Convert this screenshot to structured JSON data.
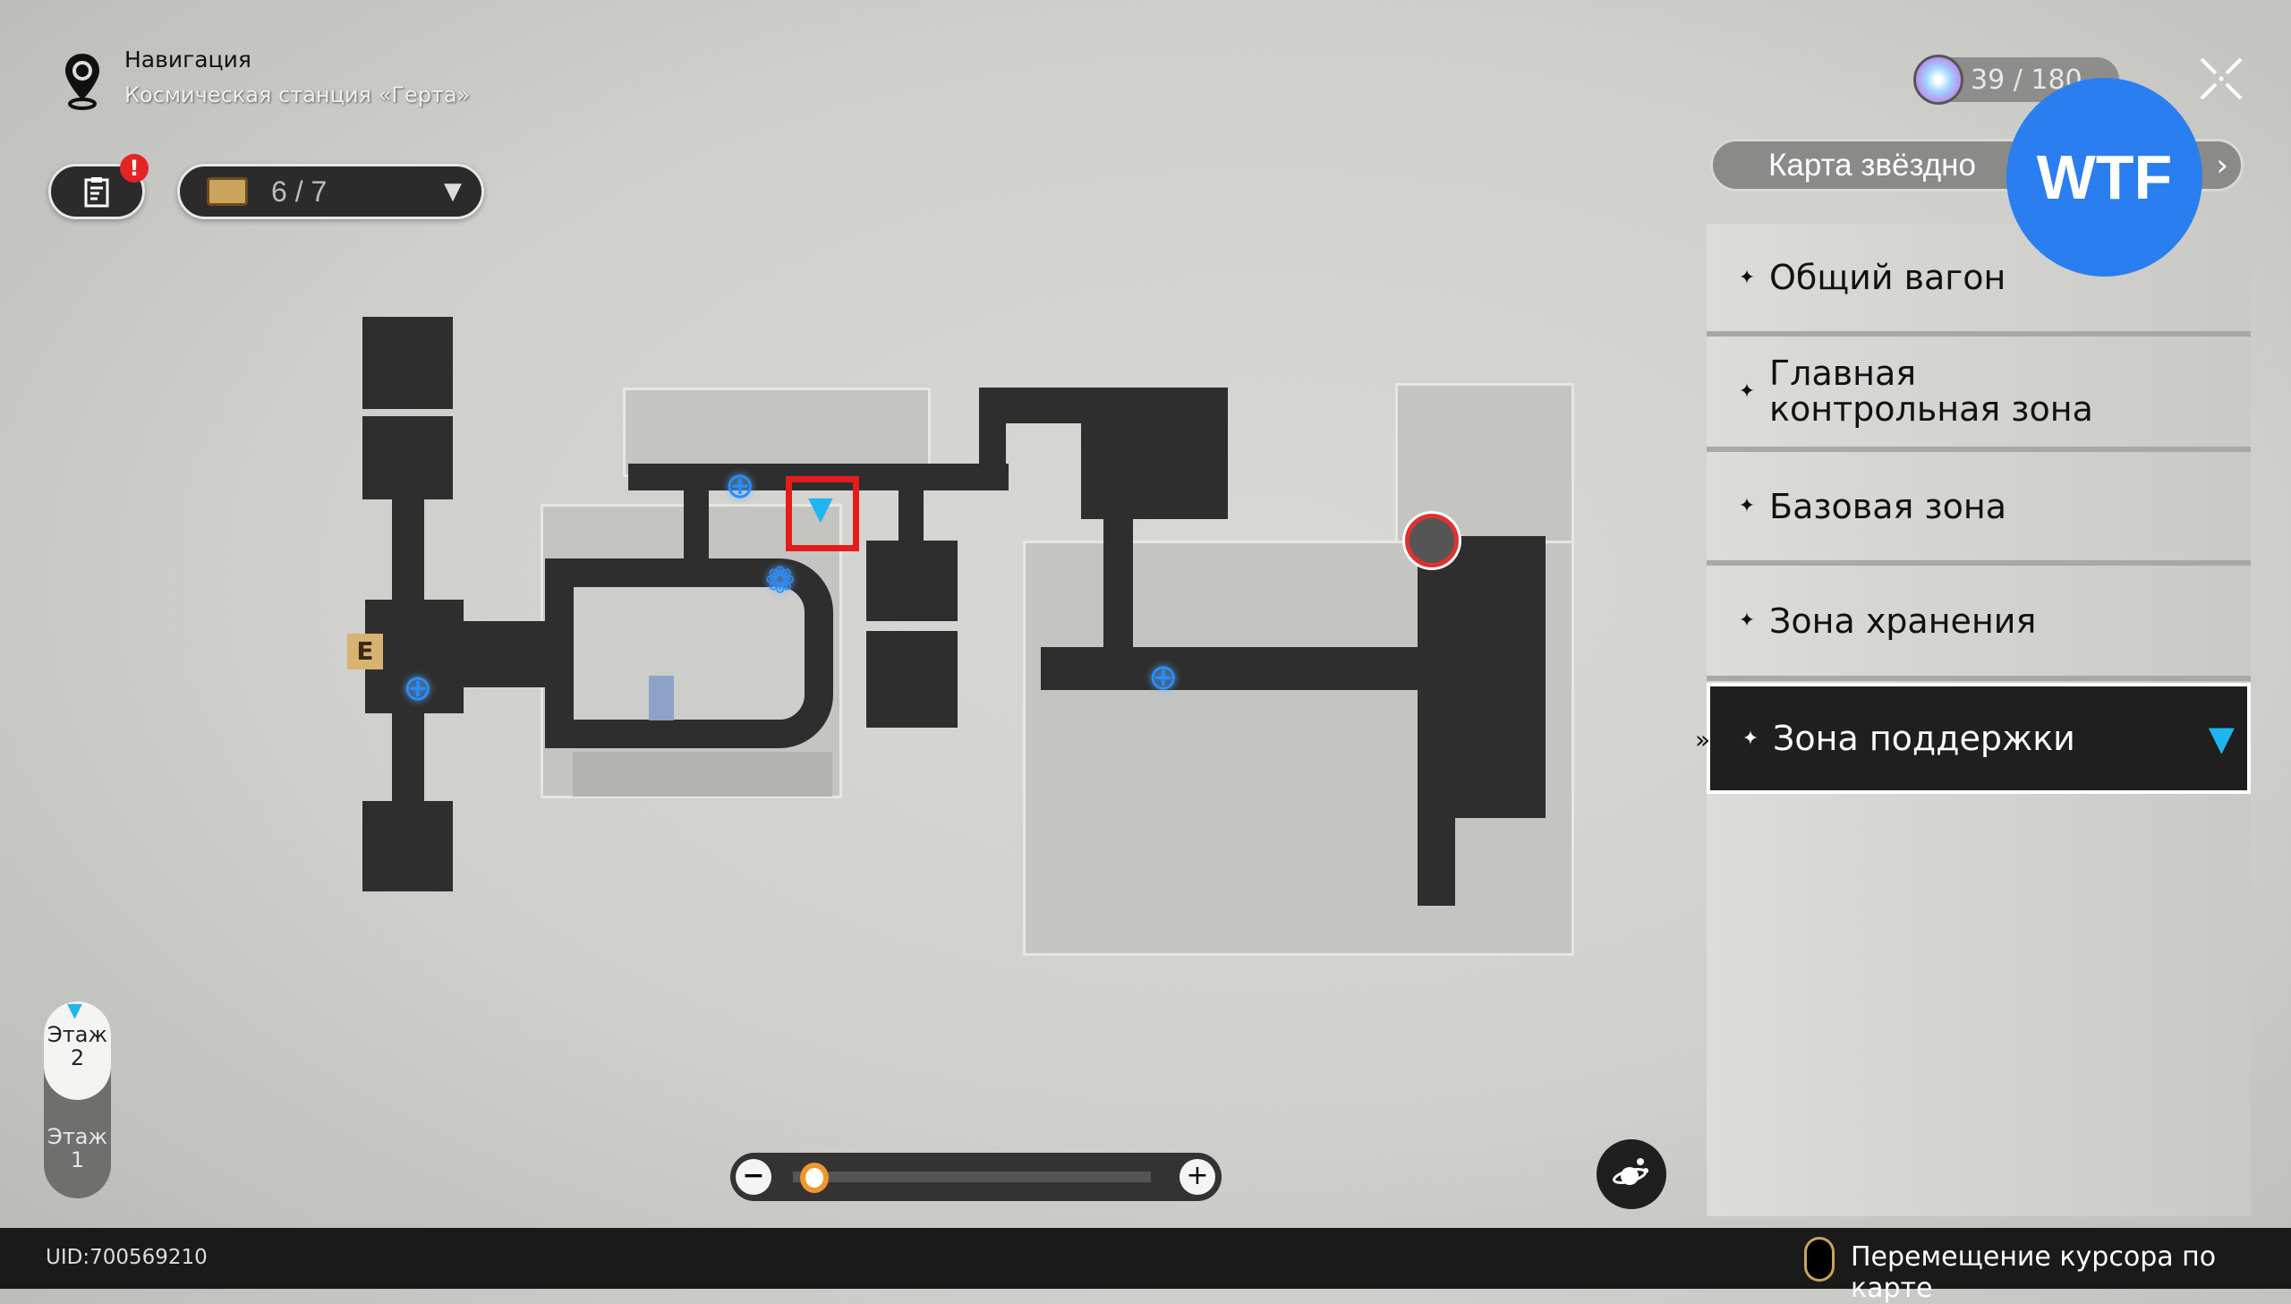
{
  "header": {
    "title": "Навигация",
    "subtitle": "Космическая станция «Герта»"
  },
  "toolbar": {
    "notification_badge": "!",
    "chest_count": "6 / 7"
  },
  "stamina": {
    "value": "39 / 180"
  },
  "star_map_button": {
    "label": "Карта звёздно"
  },
  "overlay_logo": {
    "text": "WTF"
  },
  "zones": [
    {
      "label": "Общий вагон",
      "selected": false
    },
    {
      "label": "Главная контрольная зона",
      "selected": false
    },
    {
      "label": "Базовая зона",
      "selected": false
    },
    {
      "label": "Зона хранения",
      "selected": false
    },
    {
      "label": "Зона поддержки",
      "selected": true
    }
  ],
  "floors": [
    {
      "label": "Этаж",
      "num": "2",
      "active": true
    },
    {
      "label": "Этаж",
      "num": "1",
      "active": false
    }
  ],
  "zoom": {
    "level": 0.0
  },
  "footer": {
    "uid": "UID:700569210",
    "hint": "Перемещение курсора по карте"
  },
  "colors": {
    "accent": "#1fb6f0",
    "highlight_box": "#e51c1c",
    "logo": "#2a7ef0"
  }
}
